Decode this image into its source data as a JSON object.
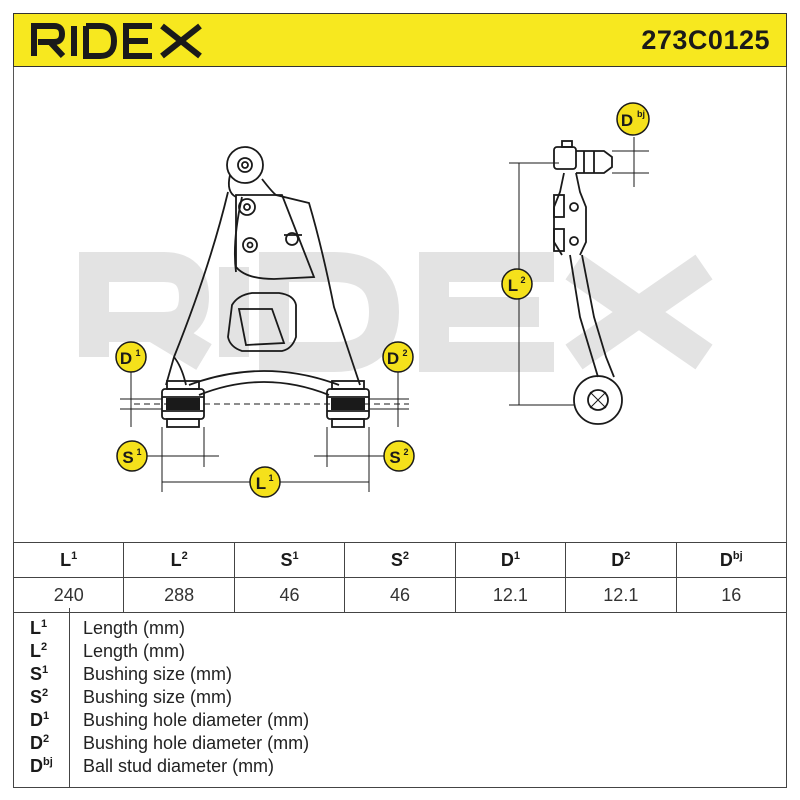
{
  "header": {
    "brand": "RIDEX",
    "part_number": "273C0125"
  },
  "diagram": {
    "watermark": "RIDEX",
    "labels": {
      "d1": {
        "base": "D",
        "sup": "1"
      },
      "d2": {
        "base": "D",
        "sup": "2"
      },
      "s1": {
        "base": "S",
        "sup": "1"
      },
      "s2": {
        "base": "S",
        "sup": "2"
      },
      "l1": {
        "base": "L",
        "sup": "1"
      },
      "l2": {
        "base": "L",
        "sup": "2"
      },
      "dbj": {
        "base": "D",
        "sup": "bj"
      }
    },
    "colors": {
      "badge": "#f5e11b",
      "line": "#1a1a1a",
      "watermark": "#e3e3e3",
      "header_bg": "#f7e81f"
    }
  },
  "table": {
    "headers": [
      {
        "base": "L",
        "sup": "1"
      },
      {
        "base": "L",
        "sup": "2"
      },
      {
        "base": "S",
        "sup": "1"
      },
      {
        "base": "S",
        "sup": "2"
      },
      {
        "base": "D",
        "sup": "1"
      },
      {
        "base": "D",
        "sup": "2"
      },
      {
        "base": "D",
        "sup": "bj"
      }
    ],
    "values": [
      "240",
      "288",
      "46",
      "46",
      "12.1",
      "12.1",
      "16"
    ]
  },
  "legend": [
    {
      "base": "L",
      "sup": "1",
      "desc": "Length (mm)"
    },
    {
      "base": "L",
      "sup": "2",
      "desc": "Length (mm)"
    },
    {
      "base": "S",
      "sup": "1",
      "desc": "Bushing size (mm)"
    },
    {
      "base": "S",
      "sup": "2",
      "desc": "Bushing size (mm)"
    },
    {
      "base": "D",
      "sup": "1",
      "desc": "Bushing hole diameter (mm)"
    },
    {
      "base": "D",
      "sup": "2",
      "desc": "Bushing hole diameter (mm)"
    },
    {
      "base": "D",
      "sup": "bj",
      "desc": "Ball stud diameter (mm)"
    }
  ]
}
